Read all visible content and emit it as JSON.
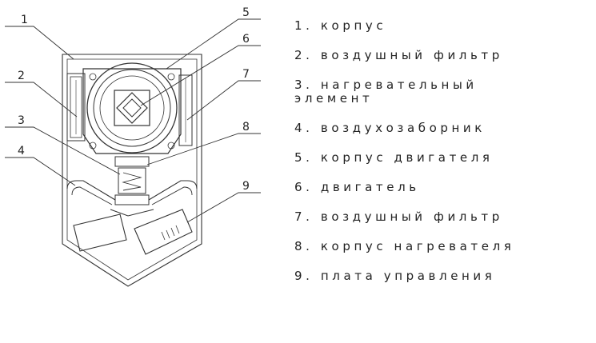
{
  "callouts": [
    "1",
    "2",
    "3",
    "4",
    "5",
    "6",
    "7",
    "8",
    "9"
  ],
  "legend": [
    "1. корпус",
    "2. воздушный фильтр",
    "3. нагревательный\n    элемент",
    "4. воздухозаборник",
    "5. корпус двигателя",
    "6. двигатель",
    "7. воздушный фильтр",
    "8. корпус нагревателя",
    "9. плата управления"
  ]
}
